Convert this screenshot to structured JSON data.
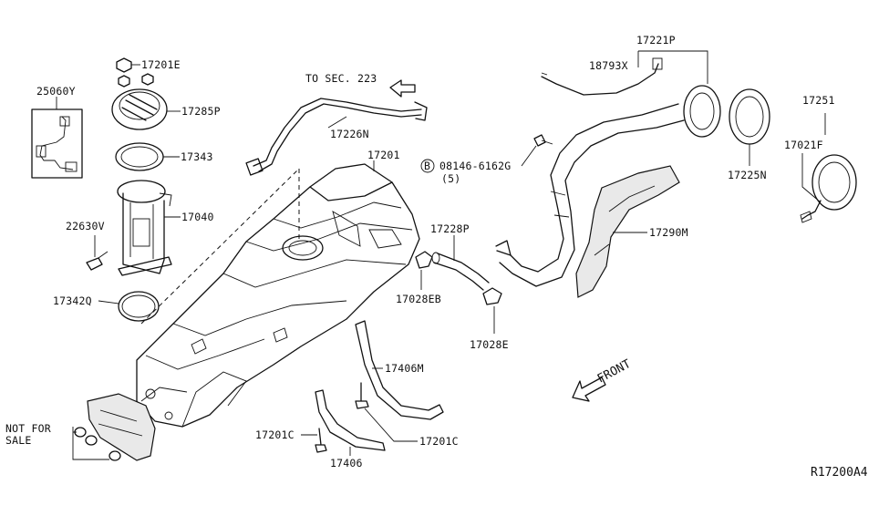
{
  "diagram_id": "R17200A4",
  "labels": {
    "p17201E": "17201E",
    "p25060Y": "25060Y",
    "p17285P": "17285P",
    "p17343": "17343",
    "p17040": "17040",
    "p22630V": "22630V",
    "p17342Q": "17342Q",
    "to_sec": "TO SEC. 223",
    "p17226N": "17226N",
    "p17201": "17201",
    "bolt_code": "08146-6162G",
    "bolt_qty": "(5)",
    "bolt_circle": "B",
    "p17228P": "17228P",
    "p17028EB": "17028EB",
    "p17028E": "17028E",
    "p17221P": "17221P",
    "p18793X": "18793X",
    "p17290M": "17290M",
    "p17225N": "17225N",
    "p17251": "17251",
    "p17021F": "17021F",
    "p17406M": "17406M",
    "p17201C_a": "17201C",
    "p17201C_b": "17201C",
    "p17406": "17406",
    "front": "FRONT",
    "not_for_sale_1": "NOT FOR",
    "not_for_sale_2": "SALE"
  }
}
